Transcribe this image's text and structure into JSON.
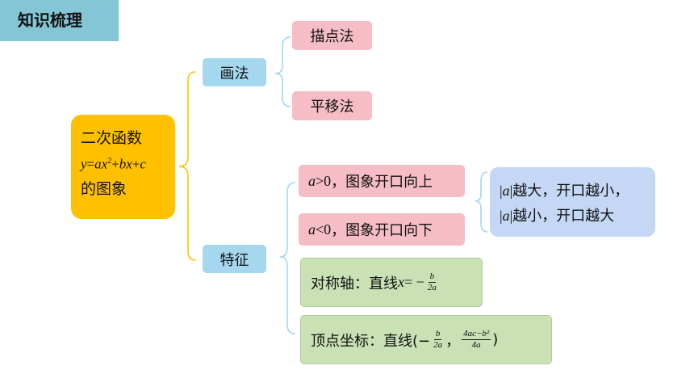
{
  "header": {
    "title": "知识梳理"
  },
  "root": {
    "line1": "二次函数",
    "eq": {
      "y": "y",
      "eq": "=",
      "a": "a",
      "x": "x",
      "sq": "2",
      "plus1": "+",
      "b": "b",
      "x2": "x",
      "plus2": "+",
      "c": "c"
    },
    "line3": "的图象"
  },
  "branch_draw": {
    "label": "画法",
    "items": [
      "描点法",
      "平移法"
    ]
  },
  "branch_feature": {
    "label": "特征",
    "a_pos": {
      "var": "a",
      "rel": ">0",
      "text": "，图象开口向上"
    },
    "a_neg": {
      "var": "a",
      "rel": "<0",
      "text": "，图象开口向下"
    },
    "abs_note": {
      "bar_open": "|",
      "var": "a",
      "bar_close": "|",
      "line1_text": "越大，开口越小，",
      "line2_text": "越小，开口越大"
    },
    "axis": {
      "prefix": "对称轴：直线",
      "x": "x",
      "eq": " = −",
      "num": "b",
      "den": "2a"
    },
    "vertex": {
      "prefix": "顶点坐标：直线(−",
      "num1": "b",
      "den1": "2a",
      "sep": "，",
      "num2": "4ac−b²",
      "den2": "4a",
      "close": ")"
    }
  },
  "colors": {
    "title_bg": "#85c6d6",
    "root_bg": "#ffc000",
    "branch_bg": "#a5d7ef",
    "pink_bg": "#f6bdc6",
    "green_bg": "#c9e1b4",
    "lavender_bg": "#c4d7f5",
    "root_brace": "#ffc000",
    "sub_brace": "#a5d7ef"
  }
}
